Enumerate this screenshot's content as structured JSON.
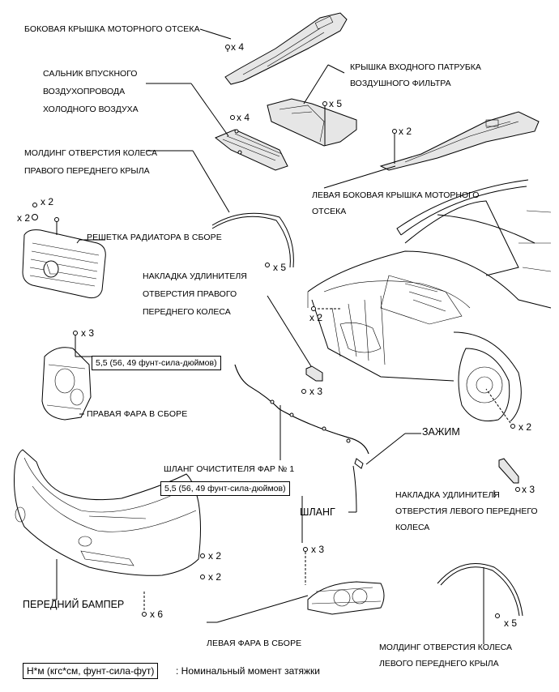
{
  "labels": {
    "engine_side_cover_right": "БОКОВАЯ КРЫШКА МОТОРНОГО ОТСЕКА",
    "cold_air_intake_seal": [
      "САЛЬНИК ВПУСКНОГО",
      "ВОЗДУХОПРОВОДА",
      "ХОЛОДНОГО ВОЗДУХА"
    ],
    "air_cleaner_inlet_cover": [
      "КРЫШКА ВХОДНОГО ПАТРУБКА",
      "ВОЗДУШНОГО ФИЛЬТРА"
    ],
    "right_fender_wheel_molding": [
      "МОЛДИНГ ОТВЕРСТИЯ КОЛЕСА",
      "ПРАВОГО ПЕРЕДНЕГО КРЫЛА"
    ],
    "left_engine_side_cover": [
      "ЛЕВАЯ БОКОВАЯ КРЫШКА МОТОРНОГО",
      "ОТСЕКА"
    ],
    "radiator_grille": "РЕШЕТКА РАДИАТОРА В СБОРЕ",
    "right_wheel_ext_pad": [
      "НАКЛАДКА УДЛИНИТЕЛЯ",
      "ОТВЕРСТИЯ ПРАВОГО",
      "ПЕРЕДНЕГО КОЛЕСА"
    ],
    "right_headlamp": "ПРАВАЯ ФАРА В СБОРЕ",
    "clamp": "ЗАЖИМ",
    "headlamp_cleaner_hose": "ШЛАНГ ОЧИСТИТЕЛЯ ФАР № 1",
    "hose": "ШЛАНГ",
    "left_wheel_ext_pad": [
      "НАКЛАДКА УДЛИНИТЕЛЯ",
      "ОТВЕРСТИЯ ЛЕВОГО ПЕРЕДНЕГО",
      "КОЛЕСА"
    ],
    "front_bumper": "ПЕРЕДНИЙ БАМПЕР",
    "left_headlamp": "ЛЕВАЯ ФАРА В СБОРЕ",
    "left_fender_wheel_molding": [
      "МОЛДИНГ ОТВЕРСТИЯ КОЛЕСА",
      "ЛЕВОГО ПЕРЕДНЕГО КРЫЛА"
    ]
  },
  "quantities": {
    "engine_cover_right": "x 4",
    "intake_seal": "x 4",
    "inlet_cover": "x 5",
    "left_side_cover": "x 2",
    "grille_top": "x 2",
    "grille_left": "x 2",
    "right_molding": "x 5",
    "body_right": "x 2",
    "right_headlamp": "x 3",
    "right_pad": "x 3",
    "body_left": "x 2",
    "left_pad": "x 3",
    "left_headlamp": "x 3",
    "bumper_a": "x 2",
    "bumper_b": "x 2",
    "bumper_bottom": "x 6",
    "left_molding": "x 5"
  },
  "torques": {
    "right_headlamp": "5,5 (56, 49 фунт-сила-дюймов)",
    "left_headlamp": "5,5 (56, 49 фунт-сила-дюймов)"
  },
  "legend": {
    "box": "Н*м (кгс*см, фунт-сила-фут)",
    "text": ": Номинальный момент затяжки"
  }
}
